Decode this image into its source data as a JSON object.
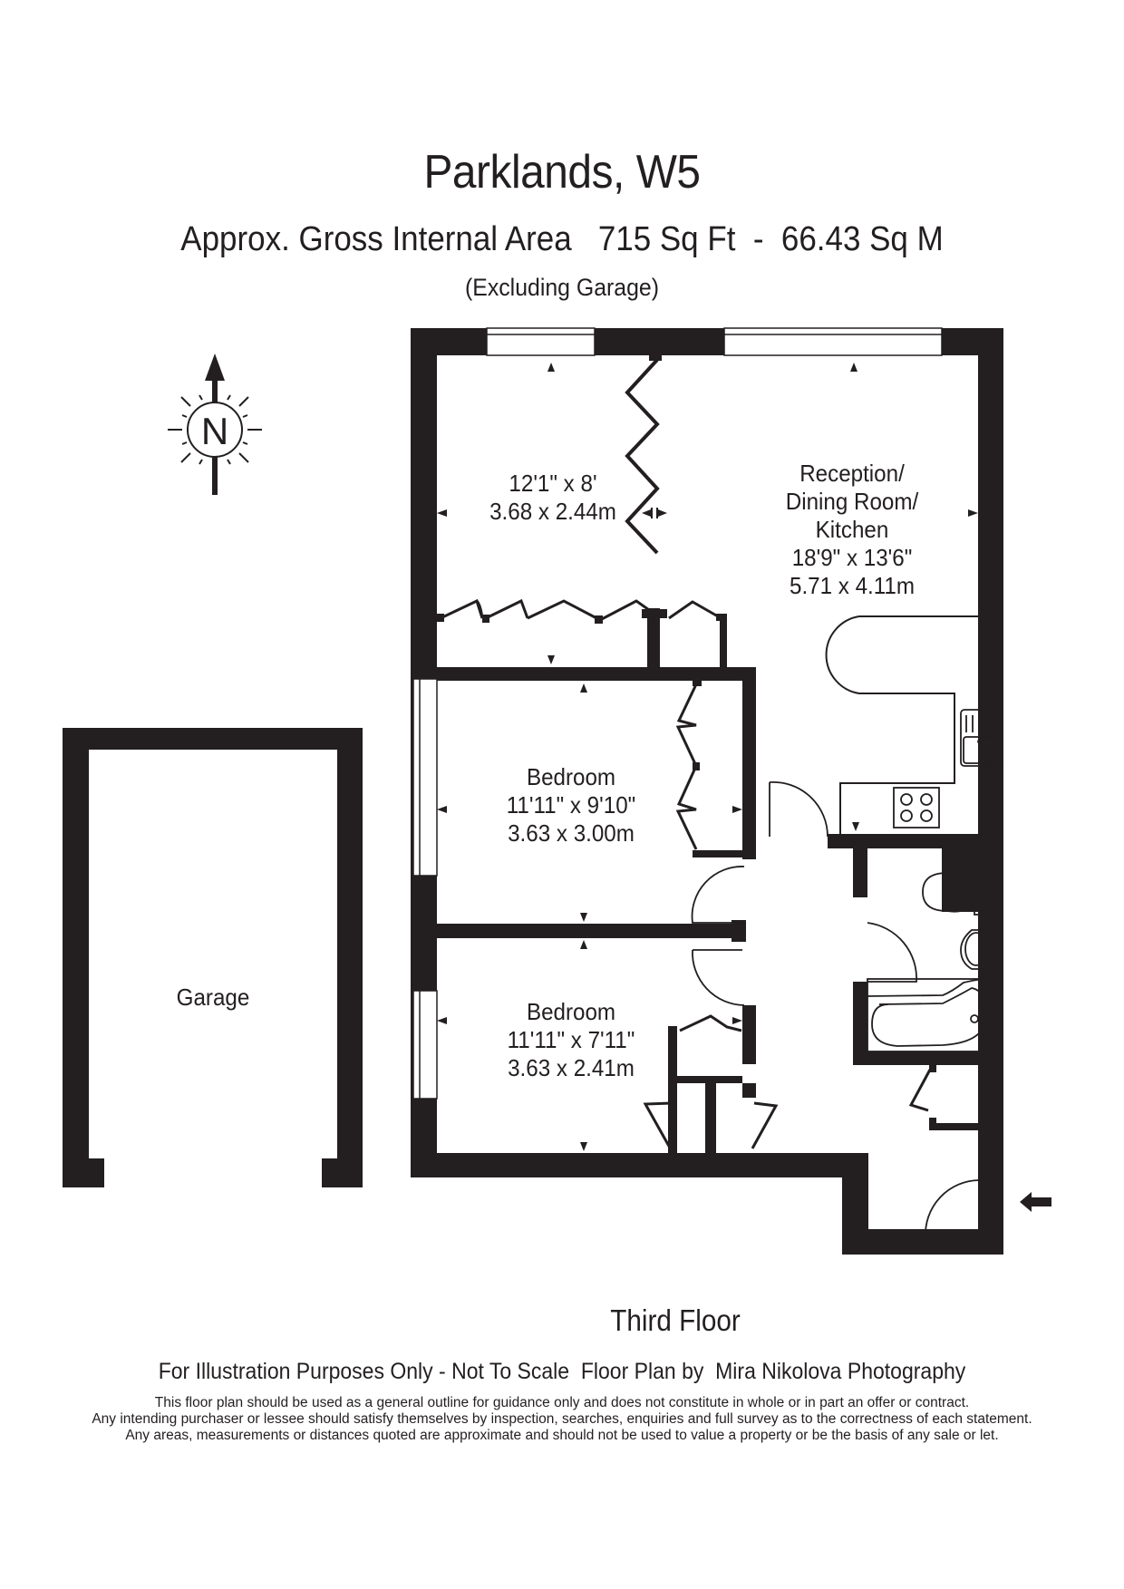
{
  "header": {
    "title": "Parklands, W5",
    "area_line": "Approx. Gross Internal Area   715 Sq Ft  -  66.43 Sq M",
    "area_sq_ft": "715 Sq Ft",
    "area_sq_m": "66.43 Sq M",
    "excluding_note": "(Excluding Garage)"
  },
  "compass": {
    "icon": "north-arrow-compass-icon",
    "label": "N"
  },
  "rooms": [
    {
      "id": "bedroom-nw",
      "name": "",
      "imperial": "12'1\" x 8'",
      "metric": "3.68 x 2.44m"
    },
    {
      "id": "reception",
      "name_lines": [
        "Reception/",
        "Dining Room/",
        "Kitchen"
      ],
      "imperial": "18'9\" x 13'6\"",
      "metric": "5.71 x 4.11m"
    },
    {
      "id": "bedroom-1",
      "name": "Bedroom",
      "imperial": "11'11\" x 9'10\"",
      "metric": "3.63 x 3.00m"
    },
    {
      "id": "bedroom-2",
      "name": "Bedroom",
      "imperial": "11'11\" x 7'11\"",
      "metric": "3.63 x 2.41m"
    },
    {
      "id": "garage",
      "name": "Garage"
    }
  ],
  "fixtures": {
    "kitchen": [
      "sink-icon",
      "hob-icon"
    ],
    "bathroom": [
      "toilet-icon",
      "basin-icon",
      "bath-icon"
    ],
    "entrance": "entrance-arrow-icon"
  },
  "floor": {
    "name": "Third Floor"
  },
  "footer": {
    "credit": "For Illustration Purposes Only - Not To Scale  Floor Plan by  Mira Nikolova Photography",
    "disclaimer": [
      "This floor plan should be used as a general outline for guidance only and does not constitute in whole or in part an offer or contract.",
      "Any intending purchaser or lessee should satisfy themselves by inspection, searches, enquiries and full survey as to the correctness of each statement.",
      "Any areas, measurements or distances quoted are approximate and should not be used to value a property or be the basis of any sale or let."
    ]
  },
  "colors": {
    "wall": "#231f20",
    "background": "#ffffff",
    "text": "#231f20"
  }
}
